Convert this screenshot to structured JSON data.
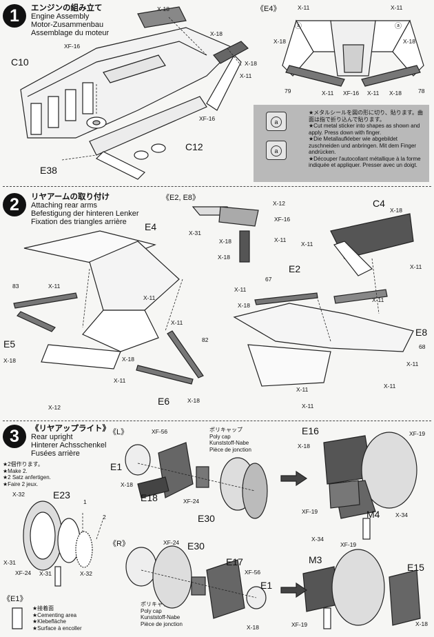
{
  "steps": [
    {
      "number": "1",
      "titles": [
        "エンジンの組み立て",
        "Engine Assembly",
        "Motor-Zusammenbau",
        "Assemblage du moteur"
      ],
      "part_labels": [
        "C10",
        "C12",
        "E38",
        "XF-16",
        "XF-16",
        "X-18",
        "X-18",
        "X-18",
        "X-11"
      ]
    },
    {
      "number": "2",
      "titles": [
        "リヤアームの取り付け",
        "Attaching rear arms",
        "Befestigung der hinteren Lenker",
        "Fixation des triangles arrière"
      ],
      "detail_label": "《E2, E8》",
      "part_labels": [
        "E4",
        "E5",
        "E6",
        "E2",
        "E8",
        "C4",
        "X-11",
        "X-11",
        "X-11",
        "X-11",
        "X-11",
        "X-11",
        "X-11",
        "X-11",
        "X-11",
        "X-11",
        "X-11",
        "X-11",
        "X-11",
        "X-12",
        "X-12",
        "X-18",
        "X-18",
        "X-18",
        "X-18",
        "X-18",
        "X-18",
        "X-18",
        "X-31",
        "XF-16"
      ]
    },
    {
      "number": "3",
      "titles": [
        "《リヤアップライト》",
        "Rear upright",
        "Hinterer Achsschenkel",
        "Fusées arrière"
      ],
      "make_notes": "★2個作ります。\n★Make 2.\n★2 Satz anfertigen.\n★Faire 2 jeux.",
      "left_label": "《L》",
      "right_label": "《R》",
      "e1_label": "《E1》",
      "cement_notes": "★接着面\n★Cementing area\n★Klebefläche\n★Surface à encoller",
      "polycap_l": "ポリキャップ\nPoly cap\nKunststoff-Nabe\nPièce de jonction",
      "polycap_r": "ポリキャップ\nPoly cap\nKunststoff-Nabe\nPièce de jonction",
      "part_labels": [
        "E1",
        "E1",
        "E18",
        "E30",
        "E30",
        "E16",
        "E15",
        "E17",
        "E23",
        "M3",
        "M4",
        "X-32",
        "X-31",
        "X-31",
        "X-32",
        "XF-24",
        "XF-24",
        "XF-24",
        "XF-56",
        "XF-56",
        "X-18",
        "X-18",
        "X-18",
        "XF-19",
        "XF-19",
        "XF-19",
        "XF-19",
        "X-34",
        "X-34",
        "X-18"
      ]
    }
  ],
  "detail_e4": {
    "label": "《E4》",
    "parts": [
      "X-11",
      "X-11",
      "X-18",
      "X-18",
      "X-11",
      "XF-16",
      "X-11",
      "X-18"
    ],
    "markers": [
      "ⓐ",
      "ⓐ",
      "79",
      "78"
    ]
  },
  "sticker_notice": {
    "icon_letter": "a",
    "text": "★メタルシールを図の形に切り、貼ります。曲面は指で折り込んで貼ります。\n★Cut metal sticker into shapes as shown and apply. Press down with finger.\n★Die Metallaufkleber wie abgebildet zuschneiden und anbringen. Mit dem Finger andrücken.\n★Découper l'autocollant métallique à la forme indiquée et appliquer. Presser avec un doigt."
  },
  "markers_step2": [
    "83",
    "82",
    "67",
    "68"
  ],
  "markers_step3": [
    "1",
    "2"
  ]
}
